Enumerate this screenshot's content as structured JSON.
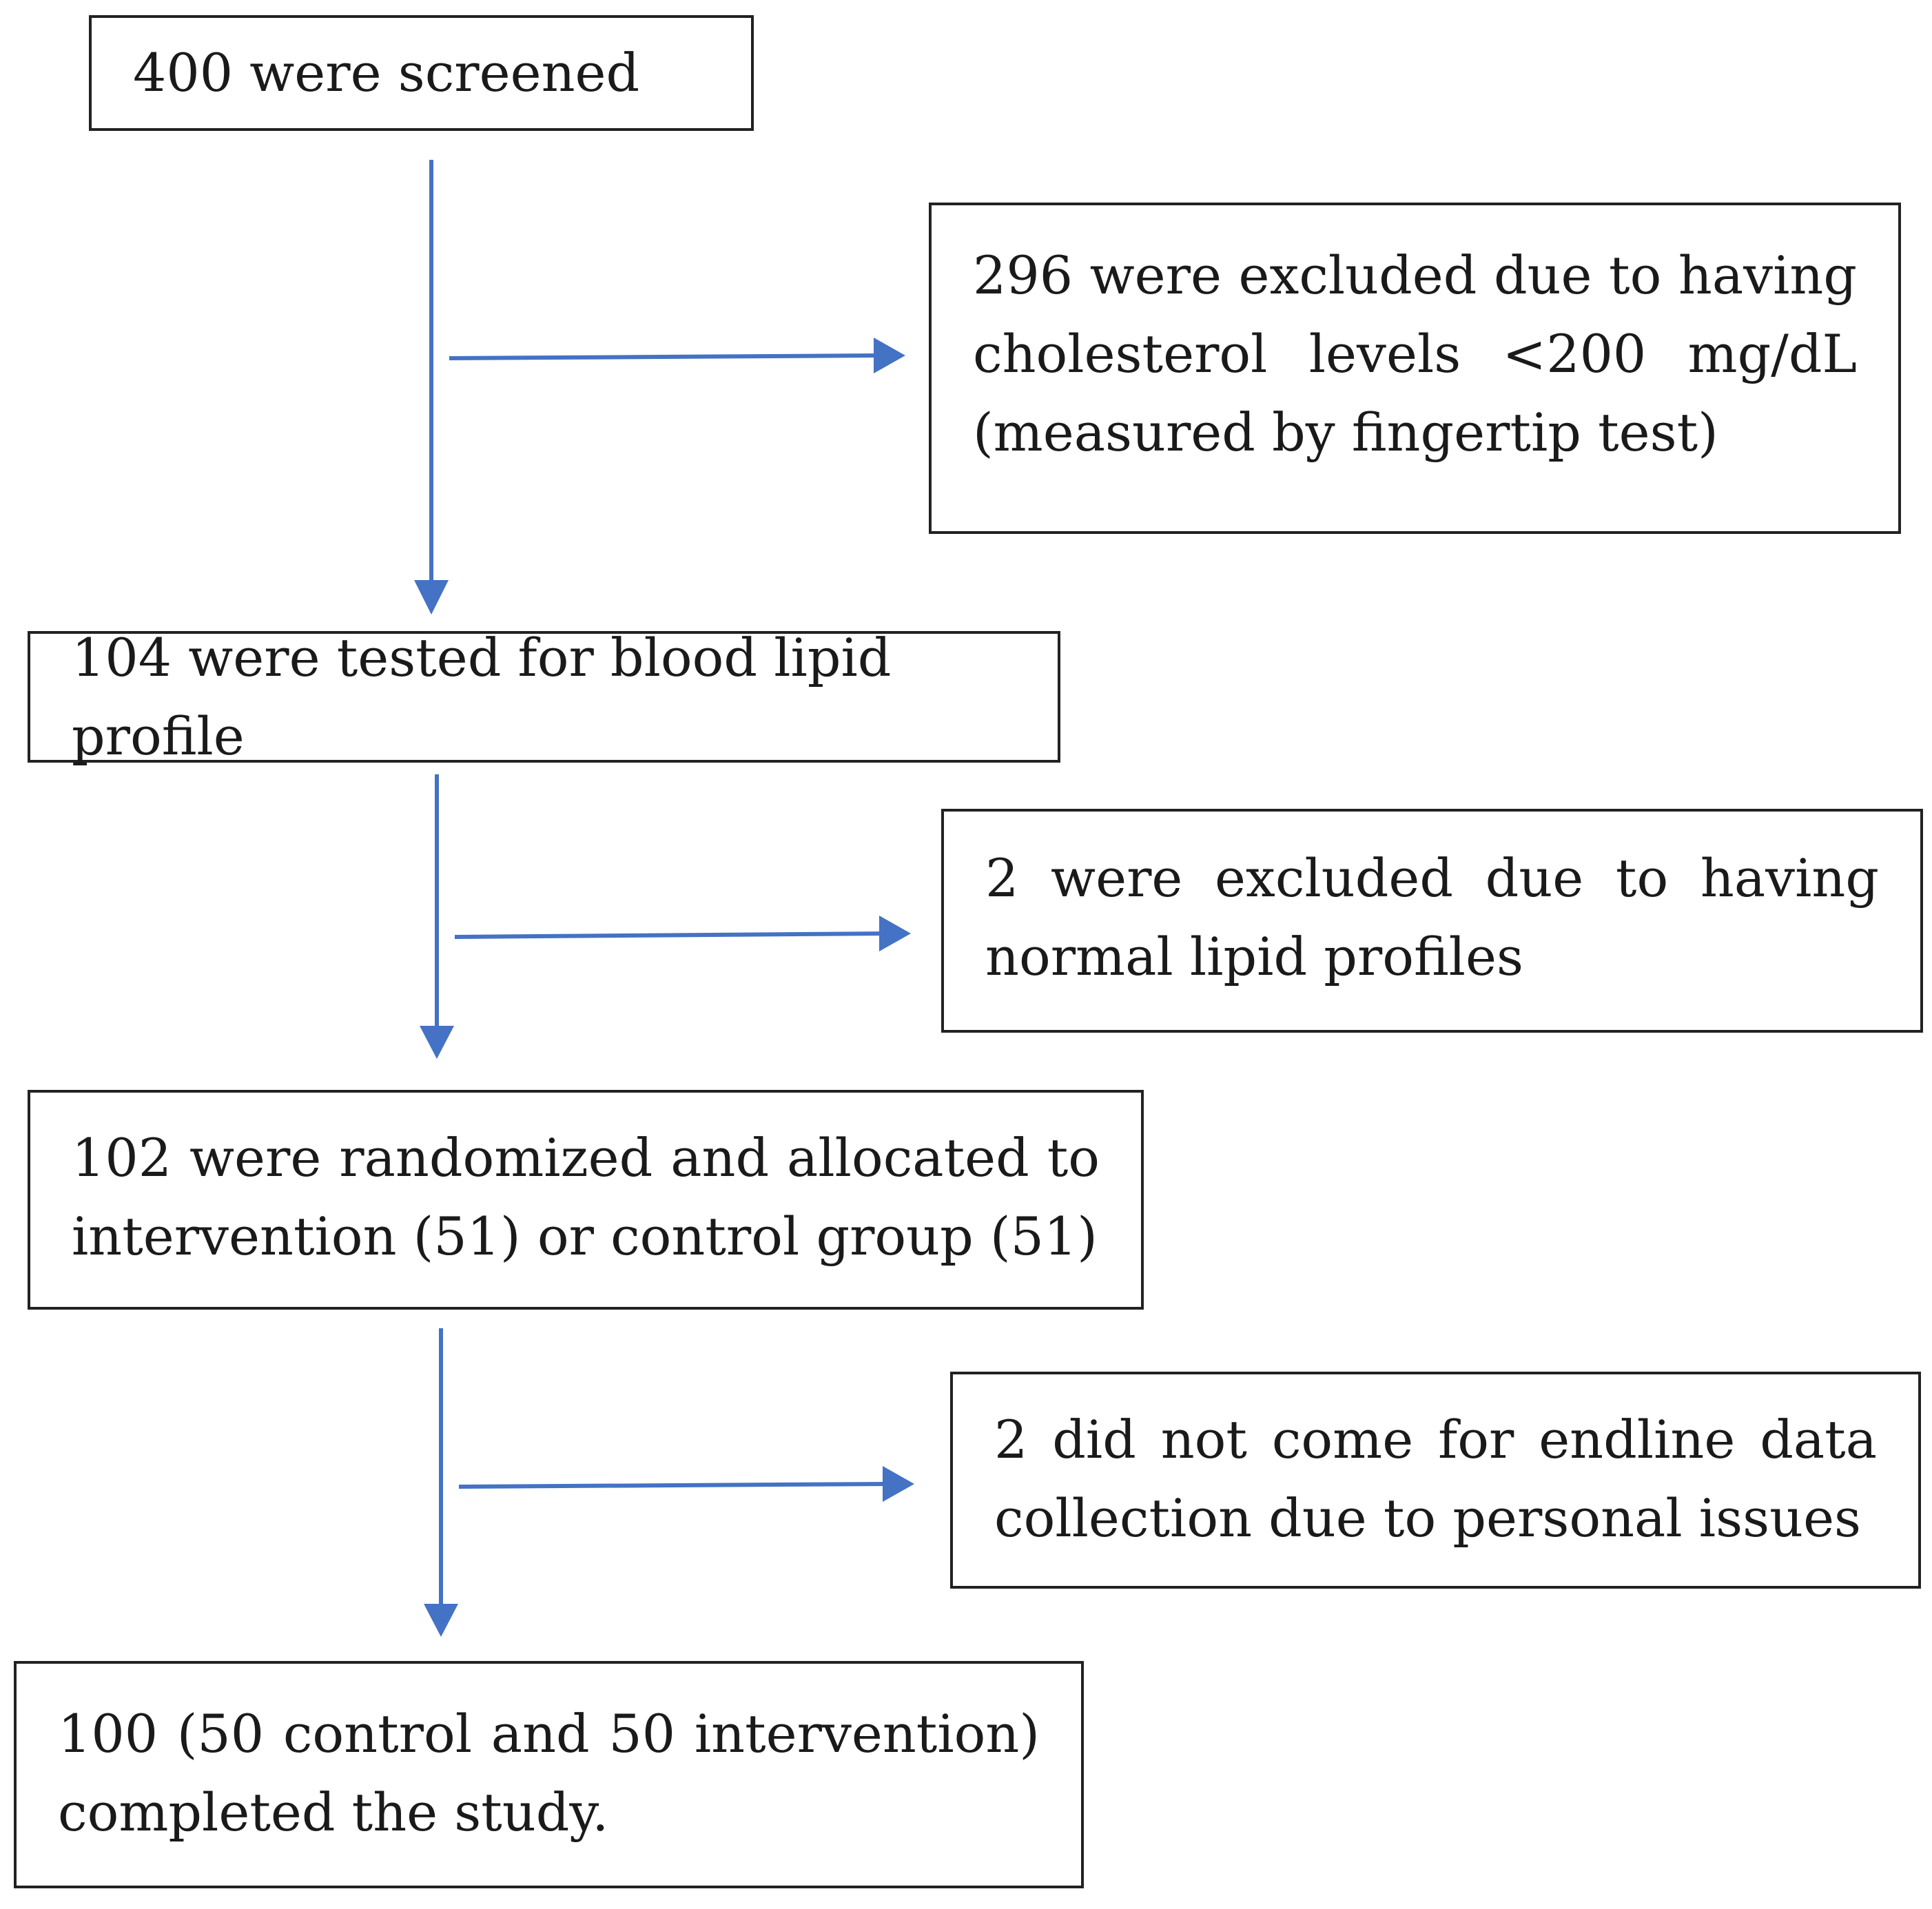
{
  "flowchart": {
    "main_steps": [
      {
        "text": "400 were screened"
      },
      {
        "text": "104 were tested for blood lipid profile"
      },
      {
        "text": "102 were randomized and allocated to intervention (51) or control group (51)"
      },
      {
        "text": "100 (50 control and 50 intervention) completed the study."
      }
    ],
    "exclusions": [
      {
        "text": "296 were excluded due to having cholesterol levels <200 mg/dL (measured by fingertip test)"
      },
      {
        "text": "2 were excluded due to having normal lipid profiles"
      },
      {
        "text": "2 did not come for endline data collection due to personal issues"
      }
    ],
    "colors": {
      "arrow": "#4472C4",
      "border": "#222222"
    }
  }
}
